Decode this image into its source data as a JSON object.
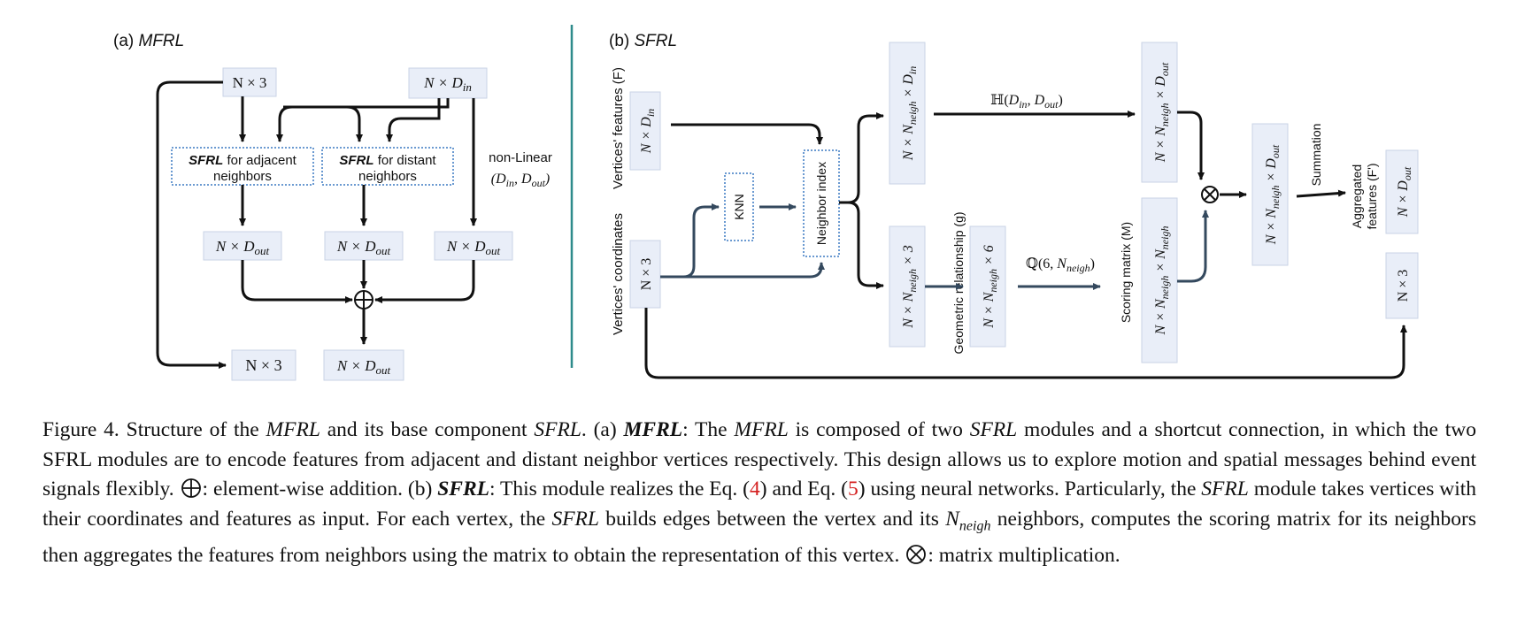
{
  "panel_a": {
    "title_prefix": "(a) ",
    "title_name": "MFRL",
    "boxes": {
      "input_coords": "N × 3",
      "input_feats": "N × D_in",
      "out_adjacent": "N × D_out",
      "out_distant": "N × D_out",
      "out_nonlinear": "N × D_out",
      "final_coords": "N × 3",
      "final_feats": "N × D_out"
    },
    "sfrl_adjacent": {
      "bold": "SFRL",
      "rest": " for adjacent",
      "line2": "neighbors"
    },
    "sfrl_distant": {
      "bold": "SFRL",
      "rest": " for distant",
      "line2": "neighbors"
    },
    "nonlinear": {
      "line1": "non-Linear",
      "line2": "(D_in, D_out)"
    }
  },
  "panel_b": {
    "title_prefix": "(b) ",
    "title_name": "SFRL",
    "vertices_features_label": "Vertices' features (F)",
    "vertices_coords_label": "Vertices' coordinates",
    "geometric_label": "Geometric relationship (g)",
    "scoring_label": "Scoring matrix (M)",
    "summation_label": "Summation",
    "aggregated_line1": "Aggregated",
    "aggregated_line2": "features (F')",
    "knn": "KNN",
    "neighbor_index": "Neighbor index",
    "boxes": {
      "in_feats": "N × D_in",
      "in_coords": "N × 3",
      "nb_feats": "N × N_neigh × D_in",
      "nb_coords": "N × N_neigh × 3",
      "geo": "N × N_neigh × 6",
      "out_feats": "N × N_neigh × D_out",
      "scoring": "N × N_neigh × N_neigh",
      "product": "N × N_neigh × D_out",
      "agg_feats": "N × D_out",
      "agg_coords": "N × 3"
    },
    "h_label": "ℍ(D_in, D_out)",
    "q_label": "ℚ(6, N_neigh)"
  },
  "caption": {
    "p1": "Figure 4. Structure of the ",
    "p2": "MFRL",
    "p3": " and its base component ",
    "p4": "SFRL",
    "p5": ". (a) ",
    "p6": "MFRL",
    "p7": ": The ",
    "p8": "MFRL",
    "p9": " is composed of two ",
    "p10": "SFRL",
    "p11": " modules and a shortcut connection, in which the two SFRL modules are to encode features from adjacent and distant neighbor vertices respectively. This design allows us to explore motion and spatial messages behind event signals flexibly. ",
    "p12": ": element-wise addition. (b) ",
    "p13": "SFRL",
    "p14": ": This module realizes the Eq. (",
    "p15": "4",
    "p16": ") and Eq. (",
    "p17": "5",
    "p18": ") using neural networks. Particularly, the ",
    "p19": "SFRL",
    "p20": " module takes vertices with their coordinates and features as input. For each vertex, the ",
    "p21": "SFRL",
    "p22": " builds edges between the vertex and its ",
    "p23": "N",
    "p24": "neigh",
    "p25": " neighbors, computes the scoring matrix for its neighbors then aggregates the features from neighbors using the matrix to obtain the representation of this vertex. ",
    "p26": ": matrix multiplication."
  },
  "colors": {
    "box_fill": "#e9eef8",
    "dashed_border": "#3a78c2",
    "divider": "#2e8b8b",
    "reference": "#d41f1f",
    "arrow_dark": "#111111",
    "arrow_slate": "#34495e"
  }
}
